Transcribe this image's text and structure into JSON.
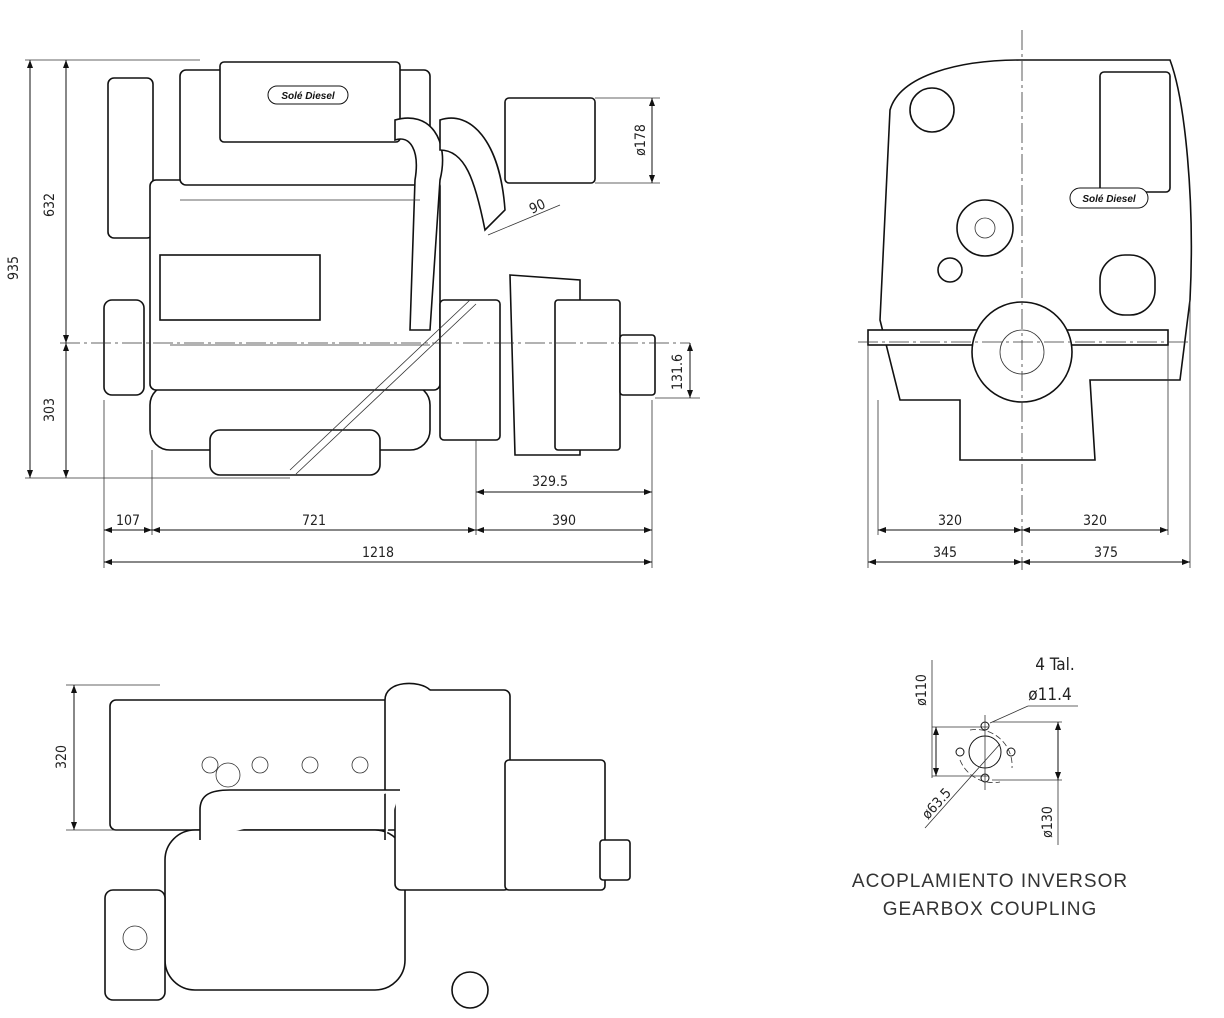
{
  "side_view": {
    "height_total": "935",
    "height_upper": "632",
    "height_lower": "303",
    "filter_diameter": "ø178",
    "angle": "90",
    "shaft_height": "131.6",
    "gearbox_length": "329.5",
    "front_offset": "107",
    "block_length": "721",
    "rear_length": "390",
    "total_length": "1218",
    "logo": "Solé Diesel"
  },
  "front_view": {
    "half_width_left": "320",
    "half_width_right": "320",
    "overall_left": "345",
    "overall_right": "375",
    "logo": "Solé Diesel"
  },
  "top_view": {
    "width": "320"
  },
  "coupling": {
    "holes": "4 Tal.",
    "hole_diameter": "ø11.4",
    "inner_diameter": "ø110",
    "bore_diameter": "ø63.5",
    "outer_diameter": "ø130",
    "title_es": "ACOPLAMIENTO INVERSOR",
    "title_en": "GEARBOX COUPLING"
  }
}
